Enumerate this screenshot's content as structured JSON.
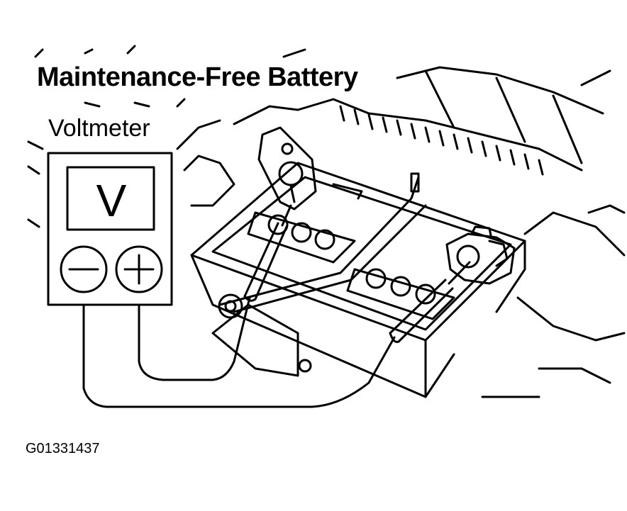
{
  "title": "Maintenance-Free Battery",
  "voltmeter": {
    "label": "Voltmeter",
    "display_symbol": "V",
    "negative_terminal_icon": "minus-icon",
    "positive_terminal_icon": "plus-icon"
  },
  "figure_id": "G01331437"
}
